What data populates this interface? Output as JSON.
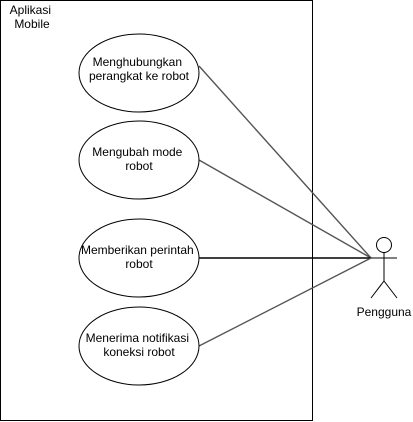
{
  "system": {
    "label_lines": [
      "Aplikasi",
      "Mobile"
    ]
  },
  "use_cases": [
    {
      "lines": [
        "Menghubungkan",
        "perangkat ke robot"
      ]
    },
    {
      "lines": [
        "Mengubah mode",
        "robot"
      ]
    },
    {
      "lines": [
        "Memberikan perintah",
        "robot"
      ]
    },
    {
      "lines": [
        "Menerima notifikasi",
        "koneksi robot"
      ]
    }
  ],
  "actor": {
    "label": "Pengguna"
  },
  "colors": {
    "stroke": "#000000",
    "association": "#555555",
    "background": "#ffffff"
  }
}
